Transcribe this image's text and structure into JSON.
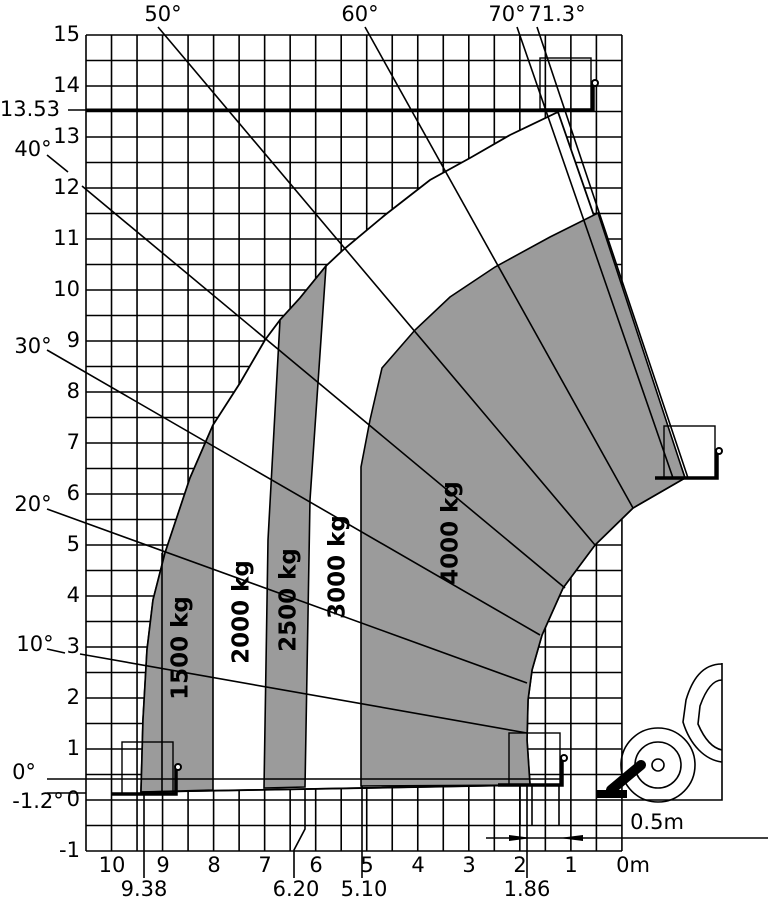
{
  "chart_data": {
    "type": "load-chart",
    "xlabel_unit": "m",
    "x_ticks": [
      "10",
      "9",
      "8",
      "7",
      "6",
      "5",
      "4",
      "3",
      "2",
      "1",
      "0m"
    ],
    "x_ticks_secondary": [
      "9.38",
      "6.20",
      "5.10",
      "1.86"
    ],
    "y_ticks": [
      "15",
      "14",
      "13",
      "12",
      "11",
      "10",
      "9",
      "8",
      "7",
      "6",
      "5",
      "4",
      "3",
      "2",
      "1",
      "0",
      "-1"
    ],
    "y_marked": "13.53",
    "xlim": [
      10.5,
      0
    ],
    "ylim": [
      -1,
      15
    ],
    "angles": [
      "50°",
      "60°",
      "70°",
      "71.3°",
      "40°",
      "30°",
      "20°",
      "10°",
      "0°",
      "-1.2°"
    ],
    "load_zones": [
      "1500 kg",
      "2000 kg",
      "2500 kg",
      "3000 kg",
      "4000 kg"
    ],
    "dimension_label": "0.5m",
    "colors": {
      "shaded": "#9b9b9b",
      "line": "#000000",
      "background": "#ffffff"
    }
  }
}
